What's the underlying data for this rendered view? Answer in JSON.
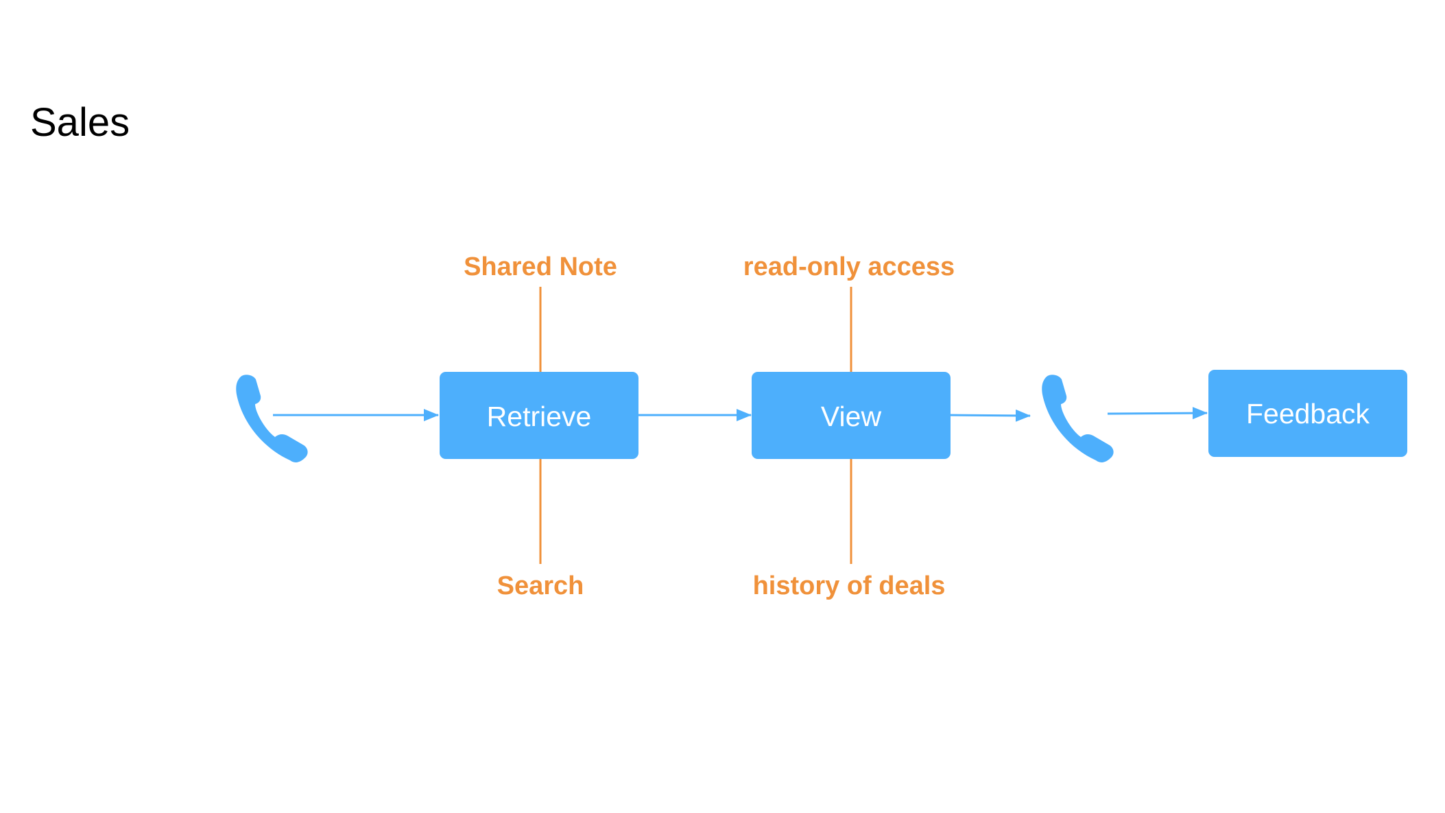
{
  "title": "Sales",
  "colors": {
    "flow": "#4DAFFC",
    "annotation": "#F0913A",
    "node_text": "#FFFFFF",
    "title": "#000000"
  },
  "nodes": [
    {
      "id": "phone-start",
      "kind": "icon",
      "icon": "phone-icon"
    },
    {
      "id": "retrieve",
      "kind": "box",
      "label": "Retrieve"
    },
    {
      "id": "view",
      "kind": "box",
      "label": "View"
    },
    {
      "id": "phone-mid",
      "kind": "icon",
      "icon": "phone-icon"
    },
    {
      "id": "feedback",
      "kind": "box",
      "label": "Feedback"
    }
  ],
  "edges": [
    {
      "from": "phone-start",
      "to": "retrieve"
    },
    {
      "from": "retrieve",
      "to": "view"
    },
    {
      "from": "view",
      "to": "phone-mid"
    },
    {
      "from": "phone-mid",
      "to": "feedback"
    }
  ],
  "annotations": [
    {
      "node": "retrieve",
      "side": "top",
      "text": "Shared Note"
    },
    {
      "node": "retrieve",
      "side": "bottom",
      "text": "Search"
    },
    {
      "node": "view",
      "side": "top",
      "text": "read-only access"
    },
    {
      "node": "view",
      "side": "bottom",
      "text": "history of deals"
    }
  ]
}
